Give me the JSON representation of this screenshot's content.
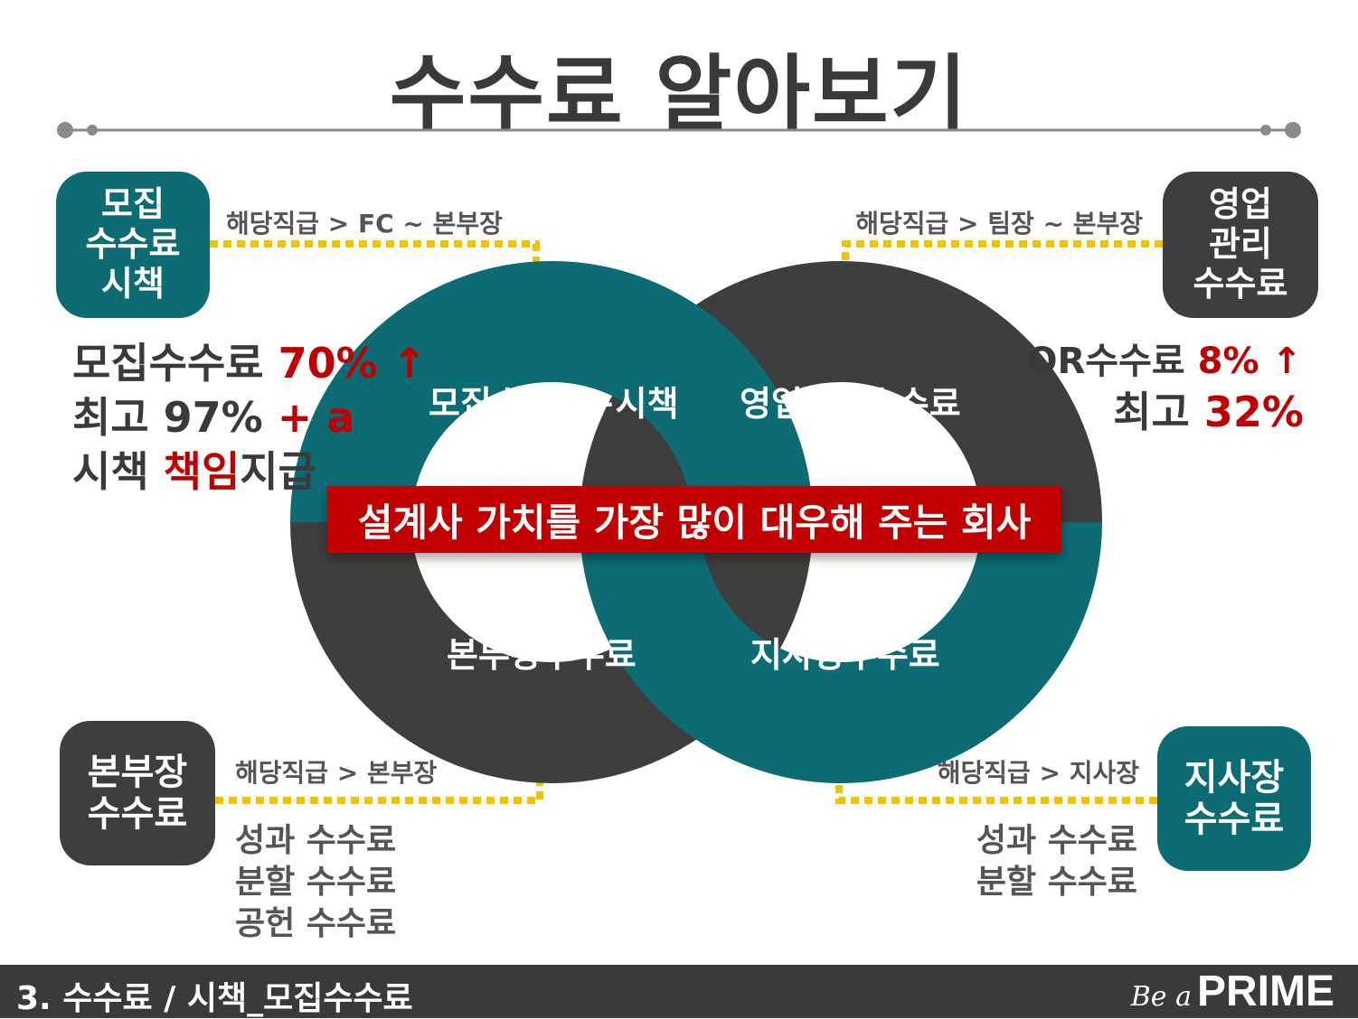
{
  "title": "수수료 알아보기",
  "boxes": {
    "recruit": [
      "모집",
      "수수료",
      "시책"
    ],
    "sales": [
      "영업",
      "관리",
      "수수료"
    ],
    "division": [
      "본부장",
      "수수료"
    ],
    "branch": [
      "지사장",
      "수수료"
    ]
  },
  "levels": {
    "recruit": "해당직급 > FC ~ 본부장",
    "sales": "해당직급 > 팀장 ~ 본부장",
    "division": "해당직급 > 본부장",
    "branch": "해당직급 > 지사장"
  },
  "recruit_detail": {
    "line1_text": "모집수수료 ",
    "line1_highlight": "70% ↑",
    "line2_text": "최고 97% ",
    "line2_highlight": "+ a",
    "line3_text_a": "시책 ",
    "line3_highlight": "책임",
    "line3_text_b": "지급"
  },
  "sales_detail": {
    "line1_text": "OR수수료 ",
    "line1_highlight": "8% ↑",
    "line2_text": "최고 ",
    "line2_highlight": "32%"
  },
  "division_detail": [
    "성과 수수료",
    "분할 수수료",
    "공헌 수수료"
  ],
  "branch_detail": [
    "성과 수수료",
    "분할 수수료"
  ],
  "rings": {
    "top_left": "모집수수료+시책",
    "top_right": "영업관리수수료",
    "bottom_left": "본부장수수료",
    "bottom_right": "지사장수수료"
  },
  "banner": "설계사 가치를 가장 많이 대우해 주는 회사",
  "footer": {
    "section": "3. 수수료 / 시책_모집수수료",
    "brand_script": "Be a",
    "brand_bold": "PRIME"
  },
  "colors": {
    "teal": "#0c6b73",
    "dark": "#3e3e3e",
    "red": "#c00000",
    "dotted": "#f2c200"
  }
}
